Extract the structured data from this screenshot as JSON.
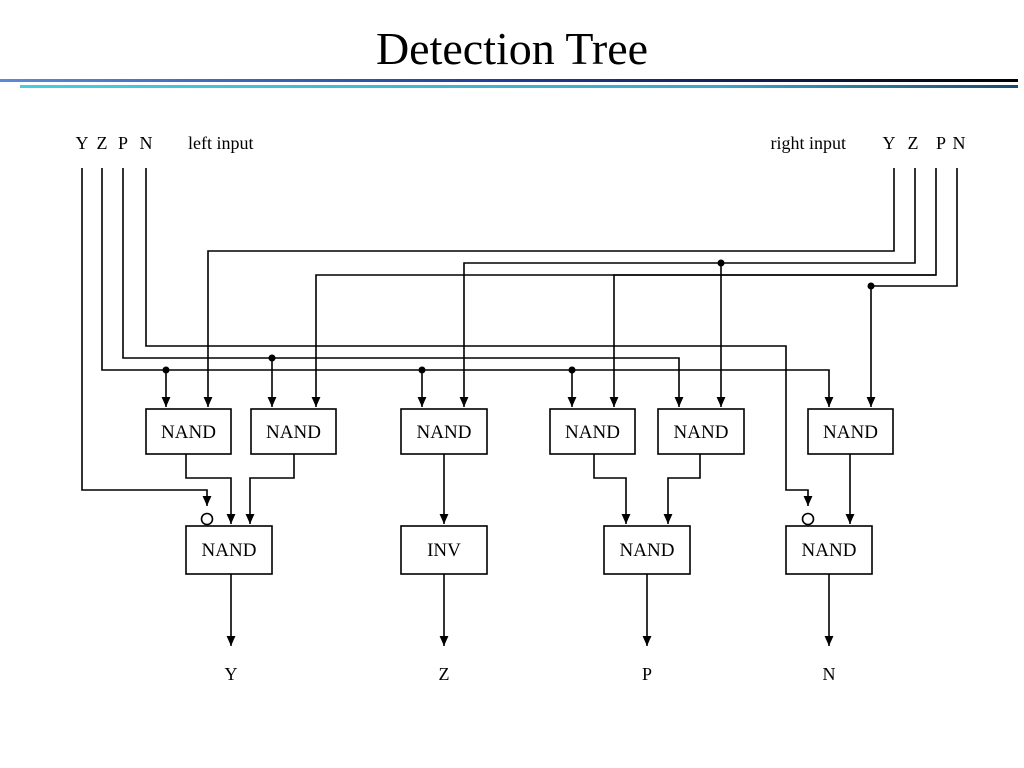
{
  "title": "Detection Tree",
  "left_input": {
    "signals": [
      "Y",
      "Z",
      "P",
      "N"
    ],
    "label": "left input"
  },
  "right_input": {
    "label": "right input",
    "signals": [
      "Y",
      "Z",
      "P",
      "N"
    ]
  },
  "gates": {
    "stage1": [
      "NAND",
      "NAND",
      "NAND",
      "NAND",
      "NAND",
      "NAND"
    ],
    "stage2": [
      "NAND",
      "INV",
      "NAND",
      "NAND"
    ]
  },
  "outputs": [
    "Y",
    "Z",
    "P",
    "N"
  ],
  "colors": {
    "rule_dark": "#0b1e66",
    "rule_light": "#45cde0"
  }
}
